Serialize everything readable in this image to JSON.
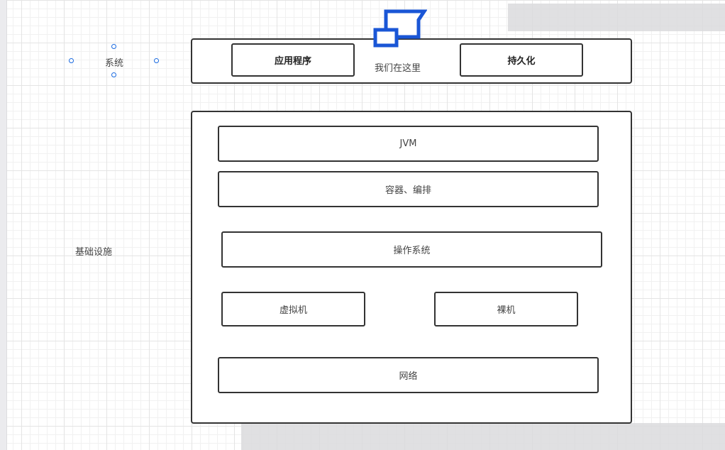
{
  "canvas": {
    "system_label": "系统",
    "infrastructure_label": "基础设施",
    "top_layer": {
      "application": "应用程序",
      "center_note": "我们在这里",
      "persistence": "持久化"
    },
    "infrastructure_layers": {
      "jvm": "JVM",
      "containers": "容器、编排",
      "os": "操作系统",
      "vm": "虚拟机",
      "bare_metal": "裸机",
      "network": "网络"
    }
  },
  "colors": {
    "selection": "#1a6ae0",
    "icon": "#1a56d6",
    "stroke": "#333333"
  },
  "icons": [
    "chat-bubbles-icon"
  ]
}
